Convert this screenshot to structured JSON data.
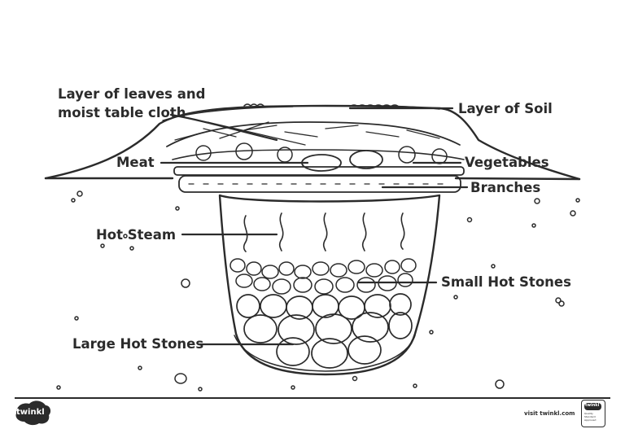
{
  "labels": {
    "leaves_line1": "Layer of leaves and",
    "leaves_line2": "moist table cloth",
    "soil": "Layer of Soil",
    "meat": "Meat",
    "vegetables": "Vegetables",
    "branches": "Branches",
    "steam": "Hot Steam",
    "small_stones": "Small Hot Stones",
    "large_stones": "Large Hot Stones"
  },
  "footer": {
    "brand": "twinkl",
    "url": "visit twinkl.com",
    "badge_brand": "twinkl",
    "badge_text": "Quality Standard Approved"
  },
  "colors": {
    "ink": "#2b2b2b",
    "paper": "#ffffff"
  }
}
